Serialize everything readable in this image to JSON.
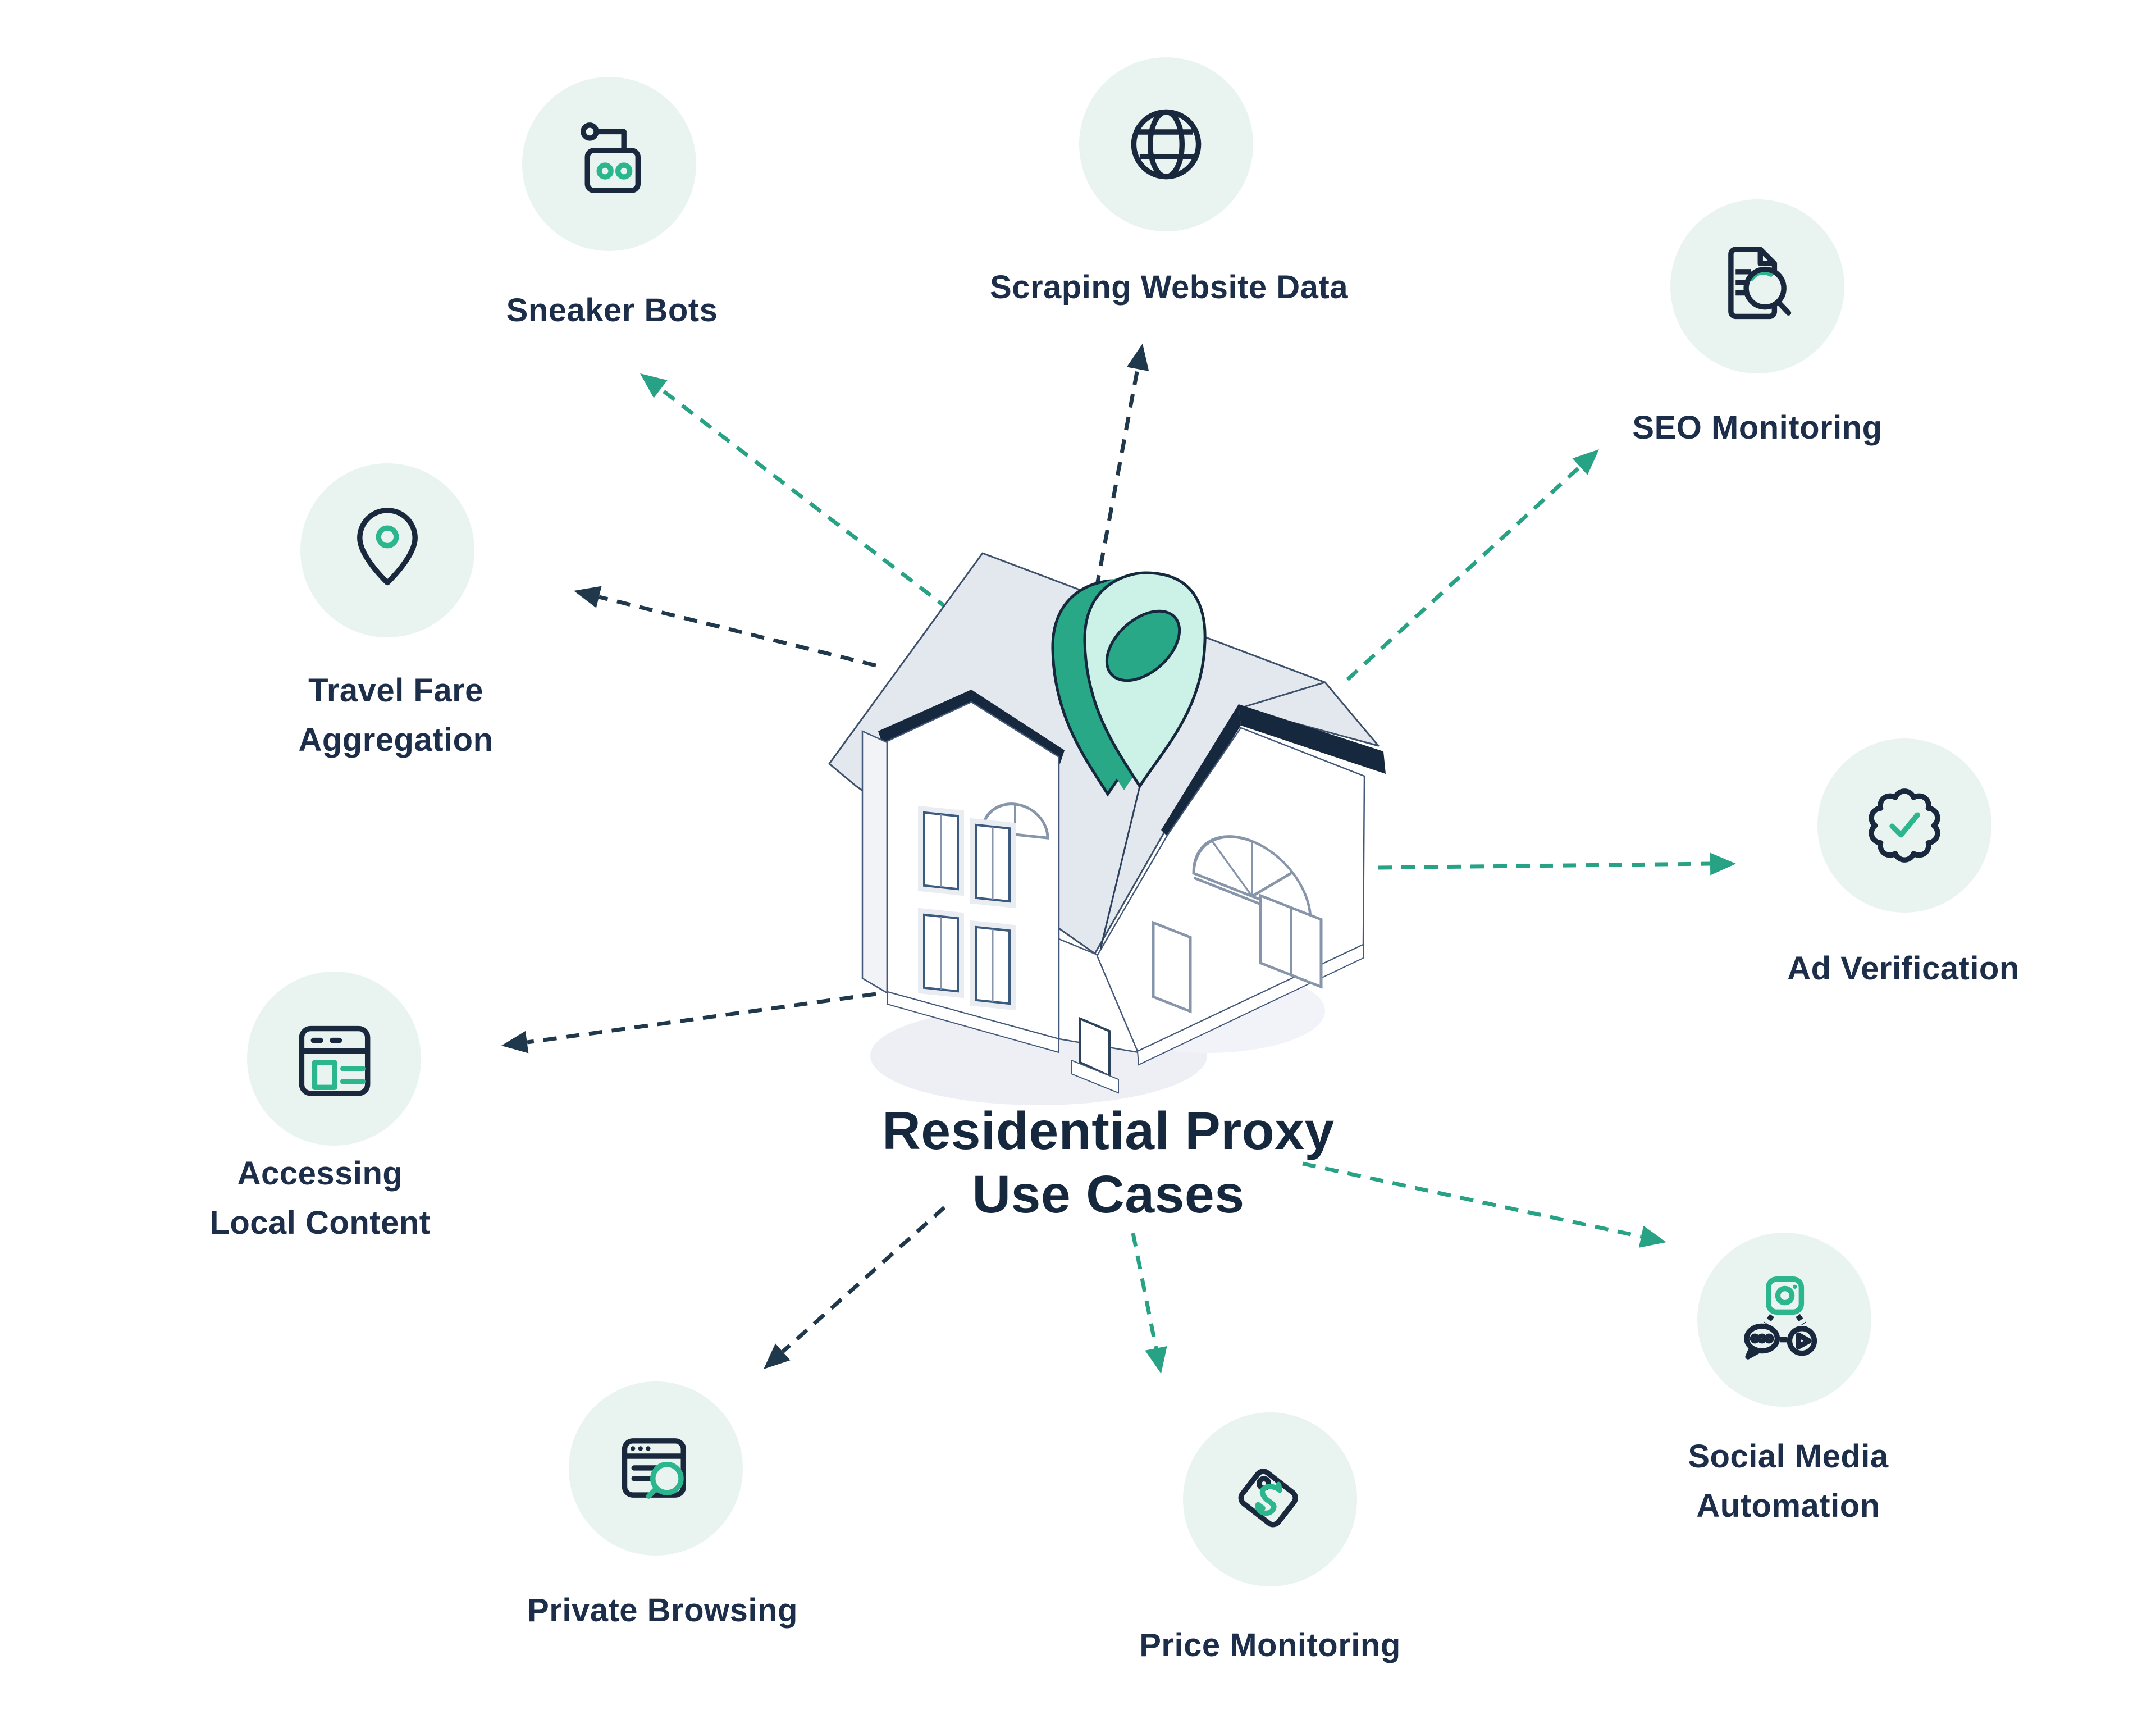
{
  "title": {
    "line1": "Residential Proxy",
    "line2": "Use Cases"
  },
  "center_illustration": "isometric-house-with-location-pin",
  "usecases": [
    {
      "id": "sneaker-bots",
      "label": "Sneaker Bots",
      "icon": "robot-icon",
      "arrow_color": "green"
    },
    {
      "id": "scraping-website-data",
      "label": "Scraping Website Data",
      "icon": "globe-icon",
      "arrow_color": "navy"
    },
    {
      "id": "seo-monitoring",
      "label": "SEO Monitoring",
      "icon": "document-search-icon",
      "arrow_color": "green"
    },
    {
      "id": "travel-fare-aggregation",
      "label": "Travel Fare\nAggregation",
      "icon": "location-pin-icon",
      "arrow_color": "navy"
    },
    {
      "id": "ad-verification",
      "label": "Ad Verification",
      "icon": "verified-badge-icon",
      "arrow_color": "green"
    },
    {
      "id": "accessing-local-content",
      "label": "Accessing\nLocal Content",
      "icon": "browser-window-icon",
      "arrow_color": "navy"
    },
    {
      "id": "private-browsing",
      "label": "Private Browsing",
      "icon": "browser-search-icon",
      "arrow_color": "navy"
    },
    {
      "id": "price-monitoring",
      "label": "Price Monitoring",
      "icon": "price-tag-icon",
      "arrow_color": "green"
    },
    {
      "id": "social-media-automation",
      "label": "Social Media\nAutomation",
      "icon": "social-media-icon",
      "arrow_color": "green"
    }
  ],
  "colors": {
    "background": "#ffffff",
    "text_navy": "#1c2e49",
    "icon_navy": "#19283c",
    "icon_green": "#2bb68d",
    "arrow_green": "#27a285",
    "arrow_navy": "#20384c",
    "bubble_mint": "#e9f4f0",
    "pin_teal": "#29a887",
    "pin_mint": "#ccf2e8",
    "roof_gray": "#e3e7ee",
    "roof_navy": "#16283e"
  }
}
